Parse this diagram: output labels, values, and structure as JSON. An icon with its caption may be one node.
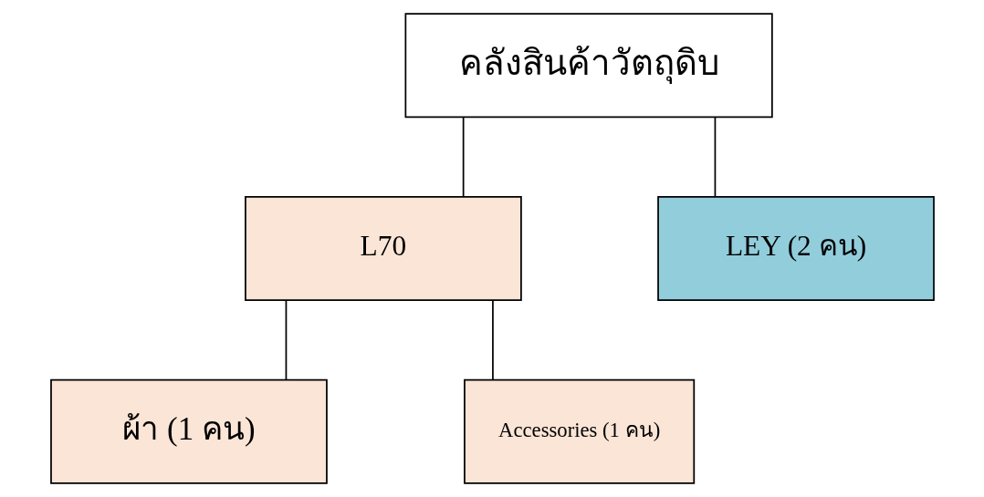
{
  "diagram": {
    "nodes": [
      {
        "text": [
          "คลังสินค้าวัตถุดิบ"
        ]
      },
      {
        "text": [
          "L70"
        ]
      },
      {
        "text": [
          "LEY (2 คน)"
        ]
      },
      {
        "text": [
          "ผ้า (1 คน)"
        ]
      },
      {
        "text": [
          "Accessories (1 คน)"
        ]
      }
    ],
    "edges": [
      {
        "from": 0,
        "to": 1,
        "arrow": "none"
      },
      {
        "from": 0,
        "to": 2,
        "arrow": "none"
      },
      {
        "from": 1,
        "to": 3,
        "arrow": "none"
      },
      {
        "from": 1,
        "to": 4,
        "arrow": "none"
      }
    ]
  }
}
